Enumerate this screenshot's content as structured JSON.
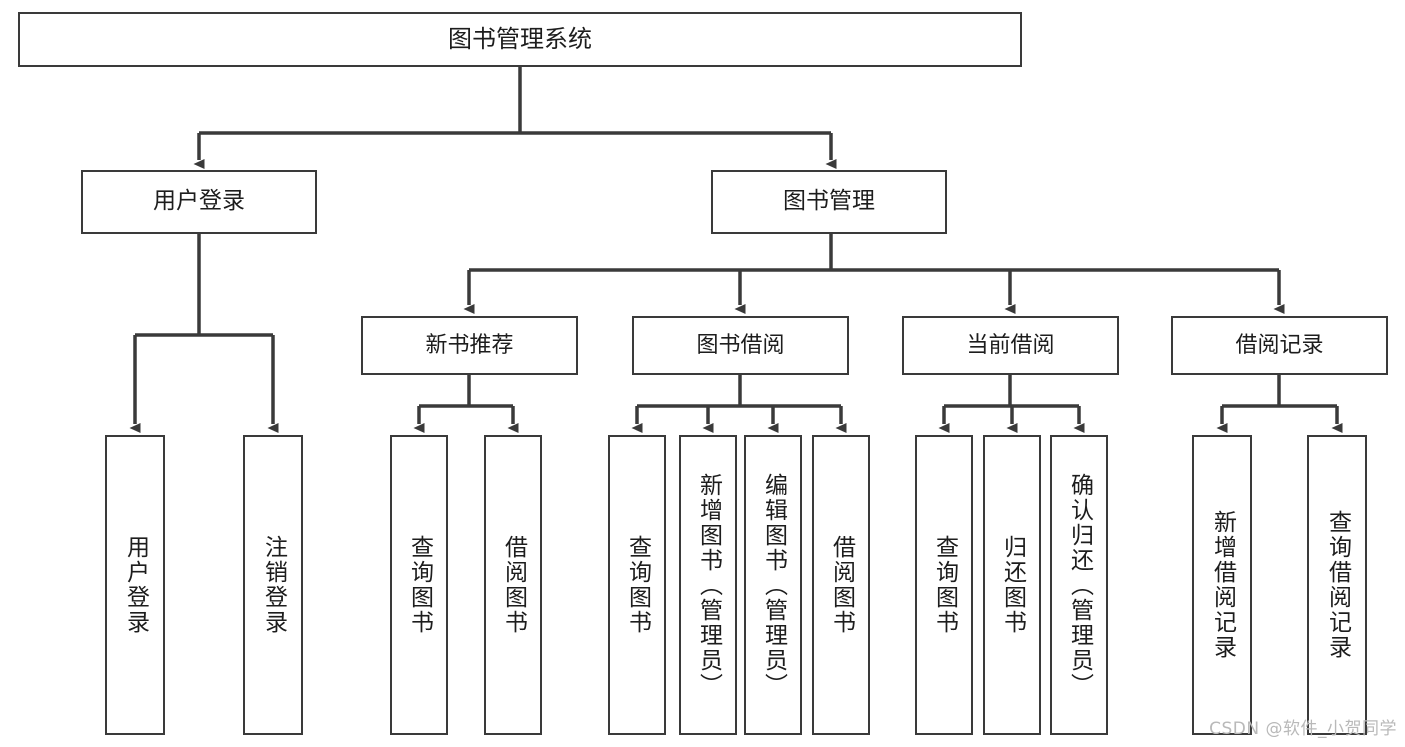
{
  "diagram": {
    "title": "图书管理系统",
    "type": "hierarchy-tree",
    "stroke_color": "#3a3a3a",
    "fill_color": "#ffffff",
    "text_color": "#1d1d1d"
  },
  "nodes": {
    "root": {
      "label": "图书管理系统"
    },
    "level2": [
      {
        "label": "用户登录"
      },
      {
        "label": "图书管理"
      }
    ],
    "level3": [
      {
        "label": "新书推荐"
      },
      {
        "label": "图书借阅"
      },
      {
        "label": "当前借阅"
      },
      {
        "label": "借阅记录"
      }
    ],
    "leaves": [
      {
        "label": "用户登录"
      },
      {
        "label": "注销登录"
      },
      {
        "label": "查询图书"
      },
      {
        "label": "借阅图书"
      },
      {
        "label": "查询图书"
      },
      {
        "label": "新增图书（管理员）"
      },
      {
        "label": "编辑图书（管理员）"
      },
      {
        "label": "借阅图书"
      },
      {
        "label": "查询图书"
      },
      {
        "label": "归还图书"
      },
      {
        "label": "确认归还（管理员）"
      },
      {
        "label": "新增借阅记录"
      },
      {
        "label": "查询借阅记录"
      }
    ]
  },
  "watermark": {
    "text": "CSDN @软件_小贺同学"
  }
}
